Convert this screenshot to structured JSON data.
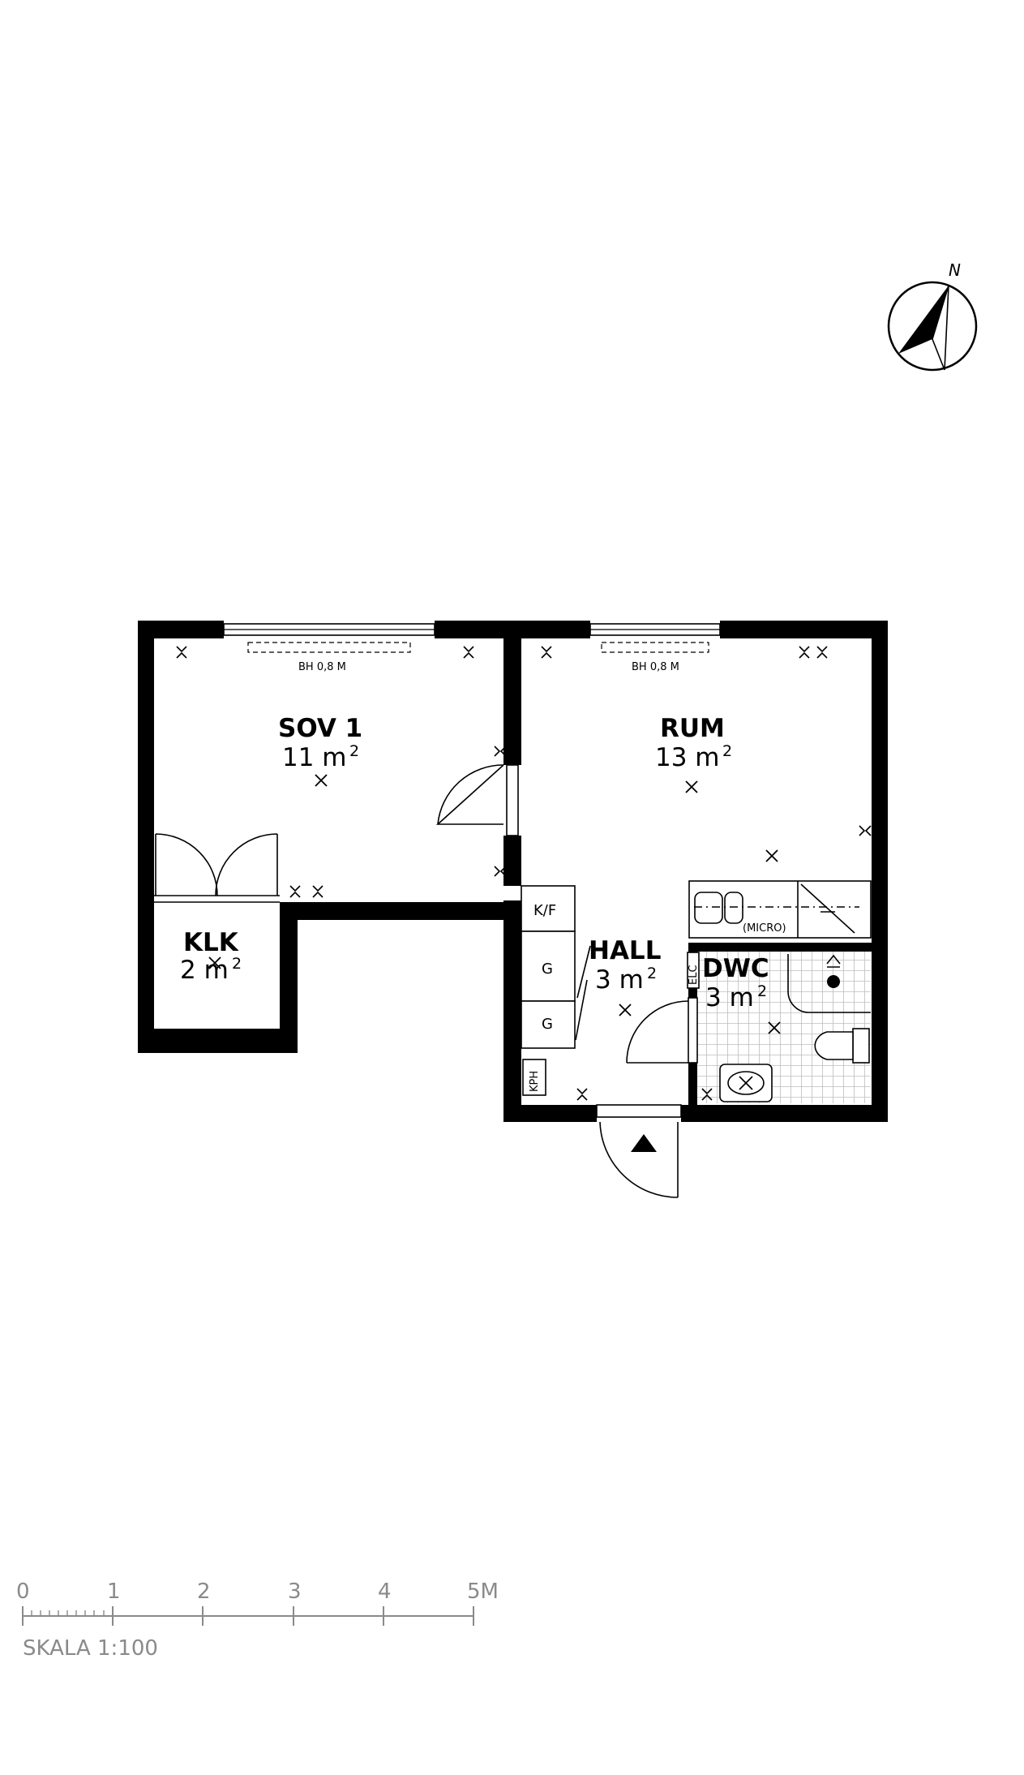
{
  "compass": {
    "label": "N",
    "icon": "north-arrow-icon"
  },
  "rooms": [
    {
      "id": "sov1",
      "name": "SOV 1",
      "area": "11 m",
      "unit_sup": "2"
    },
    {
      "id": "rum",
      "name": "RUM",
      "area": "13 m",
      "unit_sup": "2"
    },
    {
      "id": "klk",
      "name": "KLK",
      "area": "2 m",
      "unit_sup": "2"
    },
    {
      "id": "hall",
      "name": "HALL",
      "area": "3 m",
      "unit_sup": "2"
    },
    {
      "id": "dwc",
      "name": "DWC",
      "area": "3 m",
      "unit_sup": "2"
    }
  ],
  "annotations": {
    "window_sov": "BH 0,8 M",
    "window_rum": "BH 0,8 M",
    "kf": "K/F",
    "g1": "G",
    "g2": "G",
    "micro": "(MICRO)",
    "elc": "ELC",
    "kph": "KPH"
  },
  "scale_bar": {
    "ticks": [
      "0",
      "1",
      "2",
      "3",
      "4",
      "5M"
    ],
    "label": "SKALA 1:100",
    "color": "#8a8a8a"
  },
  "colors": {
    "wall": "#000000",
    "tile": "#bdbdbd",
    "background": "#ffffff"
  }
}
